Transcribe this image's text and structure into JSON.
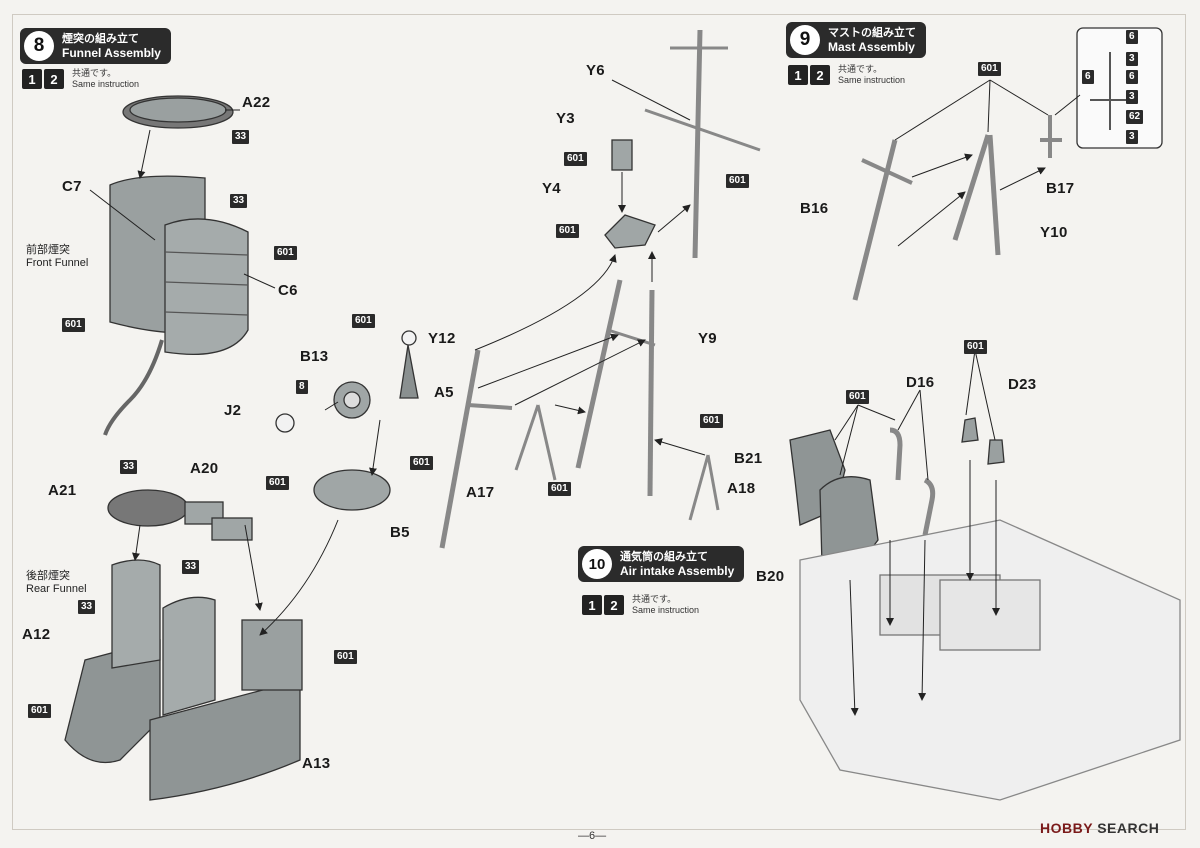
{
  "steps": {
    "funnel": {
      "number": "8",
      "jp": "煙突の組み立て",
      "en": "Funnel Assembly"
    },
    "mast": {
      "number": "9",
      "jp": "マストの組み立て",
      "en": "Mast Assembly"
    },
    "intake": {
      "number": "10",
      "jp": "通気筒の組み立て",
      "en": "Air intake Assembly"
    }
  },
  "same_instruction": {
    "badge1": "1",
    "badge2": "2",
    "jp": "共通です。",
    "en": "Same instruction"
  },
  "captions": {
    "front_funnel_jp": "前部煙突",
    "front_funnel_en": "Front Funnel",
    "rear_funnel_jp": "後部煙突",
    "rear_funnel_en": "Rear Funnel"
  },
  "parts": {
    "a22": "A22",
    "c7": "C7",
    "c6": "C6",
    "a21": "A21",
    "a20": "A20",
    "a12": "A12",
    "a13": "A13",
    "b13": "B13",
    "j2": "J2",
    "a5": "A5",
    "b5": "B5",
    "y6": "Y6",
    "y3": "Y3",
    "y4": "Y4",
    "y12": "Y12",
    "y9": "Y9",
    "a17": "A17",
    "a18": "A18",
    "b16": "B16",
    "b17": "B17",
    "y10": "Y10",
    "d16": "D16",
    "d23": "D23",
    "b21": "B21",
    "b20": "B20"
  },
  "paint_codes": {
    "c601": "601",
    "c33": "33",
    "c8": "8",
    "c6": "6",
    "c3": "3",
    "c62": "62"
  },
  "footer": {
    "page": "—6—",
    "watermark_brand": "HOBBY",
    "watermark_rest": "SEARCH"
  }
}
